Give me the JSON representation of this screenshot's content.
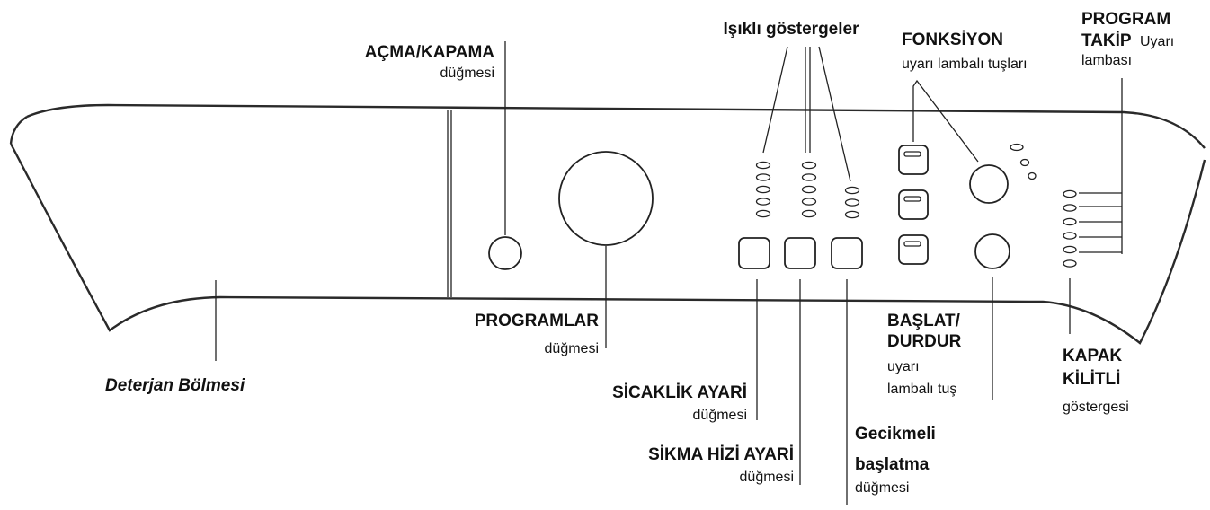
{
  "labels": {
    "power": {
      "title": "AÇMA/KAPAMA",
      "sub": "düğmesi"
    },
    "indicators": {
      "title": "Işıklı göstergeler"
    },
    "function": {
      "title": "FONKSİYON",
      "sub": "uyarı lambalı tuşları"
    },
    "progress": {
      "title1": "PROGRAM",
      "title2": "TAKİP",
      "title2_suffix": "Uyarı",
      "sub": "lambası"
    },
    "detergent": {
      "title": "Deterjan Bölmesi"
    },
    "programs": {
      "title": "PROGRAMLAR",
      "sub": "düğmesi"
    },
    "temperature": {
      "title": "SİCAKLİK AYARİ",
      "sub": "düğmesi"
    },
    "spin": {
      "title": "SİKMA HİZİ AYARİ",
      "sub": "düğmesi"
    },
    "delay": {
      "line1": "Gecikmeli",
      "line2": "başlatma",
      "sub": "düğmesi"
    },
    "start": {
      "line1": "BAŞLAT/",
      "line2": "DURDUR",
      "sub1": "uyarı",
      "sub2": "lambalı tuş"
    },
    "door": {
      "line1": "KAPAK",
      "line2": "KİLİTLİ",
      "sub": "göstergesi"
    }
  },
  "icons": {
    "small_knob": "circle",
    "large_knob": "circle",
    "square_button": "rounded-square",
    "function_key": "rounded-square-with-lamp",
    "indicator_lamp": "small-oval"
  }
}
